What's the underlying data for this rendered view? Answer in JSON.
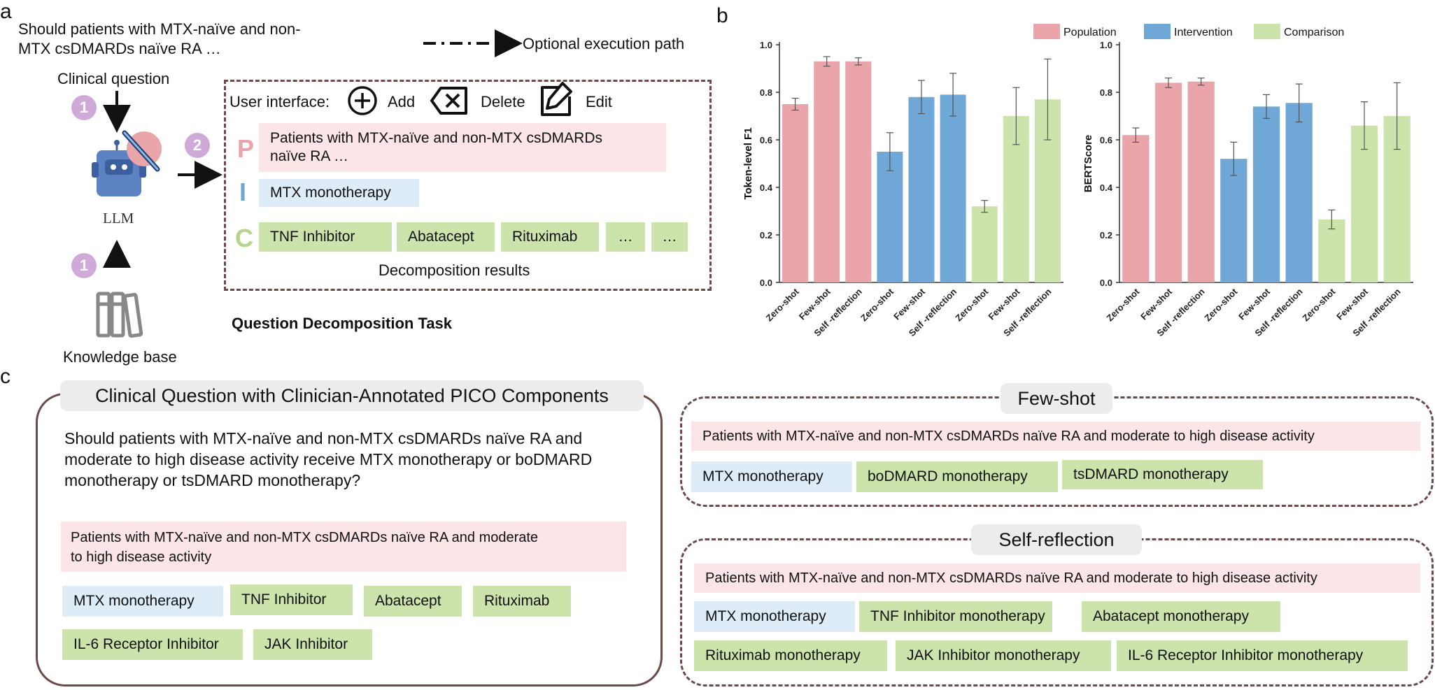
{
  "panel_a": {
    "letter": "a",
    "question_line1": "Should patients with MTX-naïve and non-",
    "question_line2": "MTX csDMARDs naïve RA …",
    "clinical_question_label": "Clinical question",
    "step1": "1",
    "step2": "2",
    "llm_label": "LLM",
    "knowledge_base_label": "Knowledge base",
    "legend_optional": "Optional execution path",
    "ui_label": "User interface:",
    "add_label": "Add",
    "delete_label": "Delete",
    "edit_label": "Edit",
    "p_letter": "P",
    "i_letter": "I",
    "c_letter": "C",
    "p_text_line1": "Patients with MTX-naïve and non-MTX csDMARDs",
    "p_text_line2": "naïve RA …",
    "i_text": "MTX monotherapy",
    "c_items": [
      "TNF Inhibitor",
      "Abatacept",
      "Rituximab",
      "…",
      "…"
    ],
    "decomposition_label": "Decomposition results",
    "task_title": "Question Decomposition Task"
  },
  "panel_b": {
    "letter": "b",
    "colors": {
      "population": "#e9a5aa",
      "intervention": "#6fa8d6",
      "comparison": "#cde3ac"
    }
  },
  "chart_data": [
    {
      "type": "bar",
      "ylabel": "Token-level F1",
      "ylim": [
        0,
        1.0
      ],
      "yticks": [
        "0.0",
        "0.2",
        "0.4",
        "0.6",
        "0.8",
        "1.0"
      ],
      "categories": [
        "Zero-shot",
        "Few-shot",
        "Self -reflection",
        "Zero-shot",
        "Few-shot",
        "Self -reflection",
        "Zero-shot",
        "Few-shot",
        "Self -reflection"
      ],
      "series": [
        {
          "name": "Population",
          "values": [
            0.75,
            0.93,
            0.93
          ],
          "error": [
            0.025,
            0.02,
            0.015
          ]
        },
        {
          "name": "Intervention",
          "values": [
            0.55,
            0.78,
            0.79
          ],
          "error": [
            0.08,
            0.07,
            0.09
          ]
        },
        {
          "name": "Comparison",
          "values": [
            0.32,
            0.7,
            0.77
          ],
          "error": [
            0.025,
            0.12,
            0.17
          ]
        }
      ]
    },
    {
      "type": "bar",
      "ylabel": "BERTScore",
      "ylim": [
        0,
        1.0
      ],
      "yticks": [
        "0.0",
        "0.2",
        "0.4",
        "0.6",
        "0.8",
        "1.0"
      ],
      "legend": [
        "Population",
        "Intervention",
        "Comparison"
      ],
      "legend_position": "top",
      "categories": [
        "Zero-shot",
        "Few-shot",
        "Self -reflection",
        "Zero-shot",
        "Few-shot",
        "Self -reflection",
        "Zero-shot",
        "Few-shot",
        "Self -reflection"
      ],
      "series": [
        {
          "name": "Population",
          "values": [
            0.62,
            0.84,
            0.845
          ],
          "error": [
            0.03,
            0.02,
            0.015
          ]
        },
        {
          "name": "Intervention",
          "values": [
            0.52,
            0.74,
            0.755
          ],
          "error": [
            0.07,
            0.05,
            0.08
          ]
        },
        {
          "name": "Comparison",
          "values": [
            0.265,
            0.66,
            0.7
          ],
          "error": [
            0.04,
            0.1,
            0.14
          ]
        }
      ]
    }
  ],
  "panel_c": {
    "letter": "c",
    "title": "Clinical Question with Clinician-Annotated PICO Components",
    "question_line1": "Should patients with MTX-naïve and non-MTX csDMARDs naïve RA and",
    "question_line2": "moderate to high disease activity receive MTX monotherapy or boDMARD",
    "question_line3": "monotherapy or tsDMARD monotherapy?",
    "population_line1": "Patients with MTX-naïve and non-MTX csDMARDs naïve RA and moderate",
    "population_line2": "to high disease activity",
    "intervention": "MTX monotherapy",
    "comparisons": [
      "TNF Inhibitor",
      "Abatacept",
      "Rituximab",
      "IL-6 Receptor Inhibitor",
      "JAK Inhibitor"
    ],
    "fewshot": {
      "title": "Few-shot",
      "population": "Patients with MTX-naïve and non-MTX csDMARDs naïve RA and moderate to high disease activity",
      "intervention": "MTX monotherapy",
      "comparisons": [
        "boDMARD monotherapy",
        "tsDMARD monotherapy"
      ]
    },
    "selfreflection": {
      "title": "Self-reflection",
      "population": "Patients with MTX-naïve and non-MTX csDMARDs naïve RA and moderate to high disease activity",
      "intervention": "MTX monotherapy",
      "comparisons": [
        "TNF Inhibitor monotherapy",
        "Abatacept monotherapy",
        "Rituximab monotherapy",
        "JAK Inhibitor monotherapy",
        "IL-6 Receptor Inhibitor monotherapy"
      ]
    }
  }
}
